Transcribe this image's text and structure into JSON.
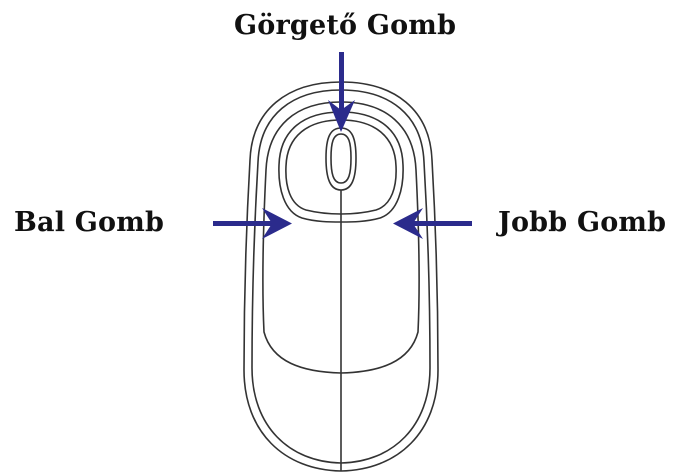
{
  "labels": {
    "scroll_wheel": "Görgető Gomb",
    "left_button": "Bal Gomb",
    "right_button": "Jobb Gomb"
  },
  "colors": {
    "arrow": "#2b2b8c",
    "outline": "#333333",
    "background": "#ffffff"
  }
}
